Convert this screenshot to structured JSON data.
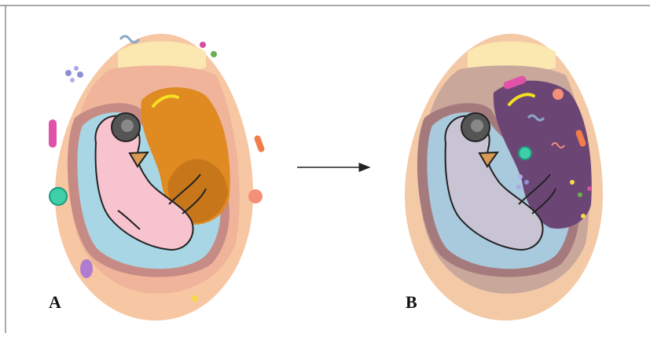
{
  "panels": [
    {
      "label": "A",
      "state": "before"
    },
    {
      "label": "B",
      "state": "after"
    }
  ],
  "arrow": {
    "direction": "right"
  },
  "colors": {
    "shell_a": "#f6c7a2",
    "albumen_a": "#f1b79a",
    "air_cell": "#fbe8b0",
    "yolk_a": "#e08a22",
    "embryo_a": "#f7c3cf",
    "amnion": "#a9d6e4",
    "chorion": "#c78b85",
    "shell_b": "#f3c9a6",
    "albumen_b": "#c9a79b",
    "yolk_b": "#6b4675",
    "embryo_b": "#c8c4d4",
    "beak": "#d99a55",
    "eye": "#555555"
  },
  "icons": [
    "rod-bacterium-icon",
    "virus-icon",
    "spiky-microbe-icon",
    "spirillum-icon",
    "coccus-cluster-icon",
    "flagellate-icon"
  ]
}
